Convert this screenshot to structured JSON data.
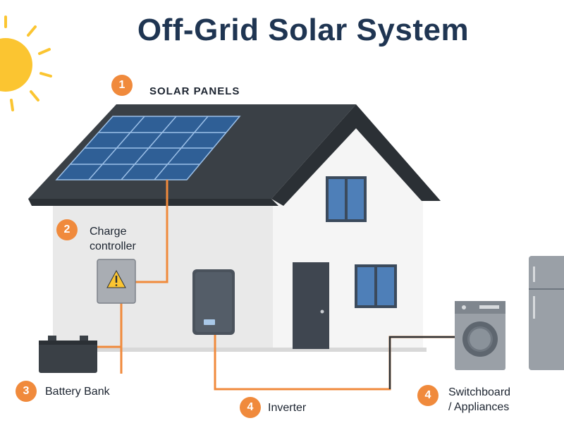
{
  "title": "Off-Grid Solar System",
  "components": [
    {
      "number": "1",
      "label": "SOLAR PANELS"
    },
    {
      "number": "2",
      "label_line1": "Charge",
      "label_line2": "controller"
    },
    {
      "number": "3",
      "label": "Battery Bank"
    },
    {
      "number": "4",
      "label": "Inverter"
    },
    {
      "number": "4",
      "label_line1": "Switchboard",
      "label_line2": "/ Appliances"
    }
  ],
  "colors": {
    "accent": "#f08a3c",
    "wire": "#f08a3c",
    "title": "#1f3552",
    "roof": "#2e3338",
    "wall": "#f2f2f2",
    "panel": "#3d6fa8",
    "sun": "#fbc531"
  },
  "icons": [
    "sun-icon",
    "warning-icon"
  ]
}
